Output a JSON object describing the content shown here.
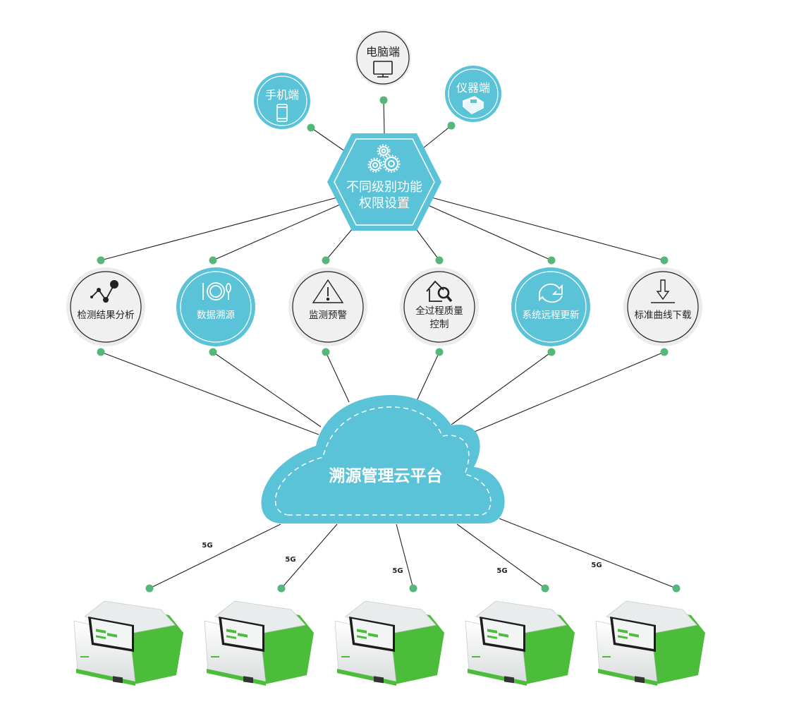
{
  "colors": {
    "teal": "#5bc3d8",
    "gray_fill": "#f0f0f0",
    "gray_ring": "#ececec",
    "dot_green": "#55b878",
    "line": "#231f20",
    "device_green": "#4cbd3a"
  },
  "top_nodes": [
    {
      "label": "手机端",
      "icon": "smartphone-icon",
      "style": "teal"
    },
    {
      "label": "电脑端",
      "icon": "monitor-icon",
      "style": "gray"
    },
    {
      "label": "仪器端",
      "icon": "instrument-icon",
      "style": "teal"
    }
  ],
  "hub": {
    "line1": "不同级别功能",
    "line2": "权限设置",
    "icon": "gears-icon"
  },
  "features": [
    {
      "label": "检测结果分析",
      "label2": "",
      "icon": "line-chart-icon",
      "style": "gray"
    },
    {
      "label": "数据溯源",
      "label2": "",
      "icon": "dining-plate-icon",
      "style": "teal"
    },
    {
      "label": "监测预警",
      "label2": "",
      "icon": "warning-icon",
      "style": "gray"
    },
    {
      "label": "全过程质量",
      "label2": "控制",
      "icon": "house-search-icon",
      "style": "gray"
    },
    {
      "label": "系统远程更新",
      "label2": "",
      "icon": "refresh-arrows-icon",
      "style": "teal"
    },
    {
      "label": "标准曲线下载",
      "label2": "",
      "icon": "download-arrow-icon",
      "style": "gray"
    }
  ],
  "cloud": {
    "label": "溯源管理云平台"
  },
  "devices": [
    {
      "link_label": "5G"
    },
    {
      "link_label": "5G"
    },
    {
      "link_label": "5G"
    },
    {
      "link_label": "5G"
    },
    {
      "link_label": "5G"
    }
  ]
}
